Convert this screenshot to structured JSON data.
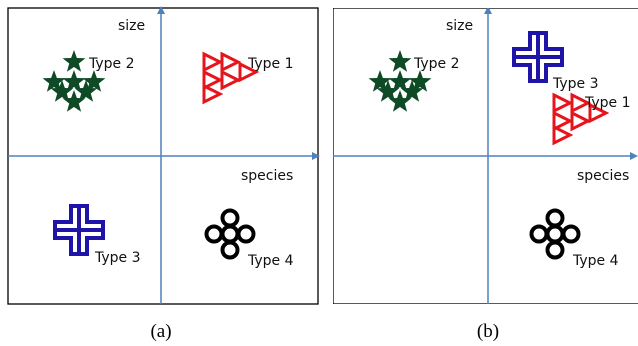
{
  "panels": [
    {
      "caption": "(a)",
      "axis_y_label": "size",
      "axis_x_label": "species",
      "groups": [
        {
          "label": "Type 2",
          "icon": "star-cluster-icon",
          "color": "#0e4a26"
        },
        {
          "label": "Type 1",
          "icon": "triangle-cluster-icon",
          "color": "#e8141c"
        },
        {
          "label": "Type 3",
          "icon": "cross-outline-icon",
          "color": "#1f14a8"
        },
        {
          "label": "Type 4",
          "icon": "ring-cluster-icon",
          "color": "#000000"
        }
      ]
    },
    {
      "caption": "(b)",
      "axis_y_label": "size",
      "axis_x_label": "species",
      "groups": [
        {
          "label": "Type 2",
          "icon": "star-cluster-icon",
          "color": "#0e4a26"
        },
        {
          "label": "Type 3",
          "icon": "cross-outline-icon",
          "color": "#1f14a8"
        },
        {
          "label": "Type 1",
          "icon": "triangle-cluster-icon",
          "color": "#e8141c"
        },
        {
          "label": "Type 4",
          "icon": "ring-cluster-icon",
          "color": "#000000"
        }
      ]
    }
  ],
  "colors": {
    "axis": "#4f81bd",
    "frame": "#000000"
  }
}
